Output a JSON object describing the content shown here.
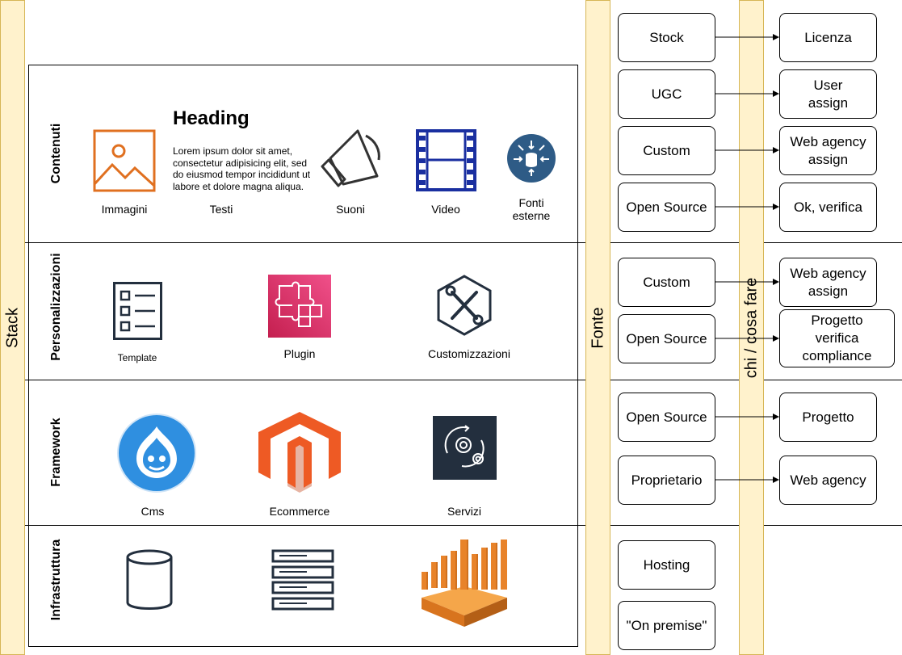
{
  "labels": {
    "stack": "Stack",
    "fonte": "Fonte",
    "chi_cosa_fare": "chi / cosa fare"
  },
  "rows": {
    "contenuti": "Contenuti",
    "personalizzazioni": "Personalizzazioni",
    "framework": "Framework",
    "infrastruttura": "Infrastruttura"
  },
  "text_block": {
    "heading": "Heading",
    "body": "Lorem ipsum dolor sit amet, consectetur adipisicing elit, sed do eiusmod tempor incididunt ut labore et dolore magna aliqua."
  },
  "captions": {
    "immagini": "Immagini",
    "testi": "Testi",
    "suoni": "Suoni",
    "video": "Video",
    "fonti_esterne": "Fonti esterne",
    "template": "Template",
    "plugin": "Plugin",
    "customizzazioni": "Customizzazioni",
    "cms": "Cms",
    "ecommerce": "Ecommerce",
    "servizi": "Servizi"
  },
  "fonte_boxes": {
    "stock": "Stock",
    "ugc": "UGC",
    "custom_1": "Custom",
    "open_source_1": "Open Source",
    "custom_2": "Custom",
    "open_source_2": "Open Source",
    "open_source_3": "Open Source",
    "proprietario": "Proprietario",
    "hosting": "Hosting",
    "on_premise": "\"On premise\""
  },
  "action_boxes": {
    "licenza": "Licenza",
    "user_assign": "User assign",
    "web_agency_assign_1": "Web agency assign",
    "ok_verifica": "Ok, verifica",
    "web_agency_assign_2": "Web agency assign",
    "progetto_verifica": "Progetto verifica compliance",
    "progetto": "Progetto",
    "web_agency": "Web agency"
  },
  "colors": {
    "bar_fill": "#fff2cc",
    "bar_border": "#d6b656",
    "image_icon": "#e07020",
    "video_icon": "#1a2fa0",
    "external_icon": "#2e5b86",
    "plugin_icon": "#e0306a",
    "drupal_icon": "#2f8fe0",
    "magento_icon": "#ee5a24",
    "services_icon": "#232f3e",
    "aws_icon": "#e8832a"
  }
}
